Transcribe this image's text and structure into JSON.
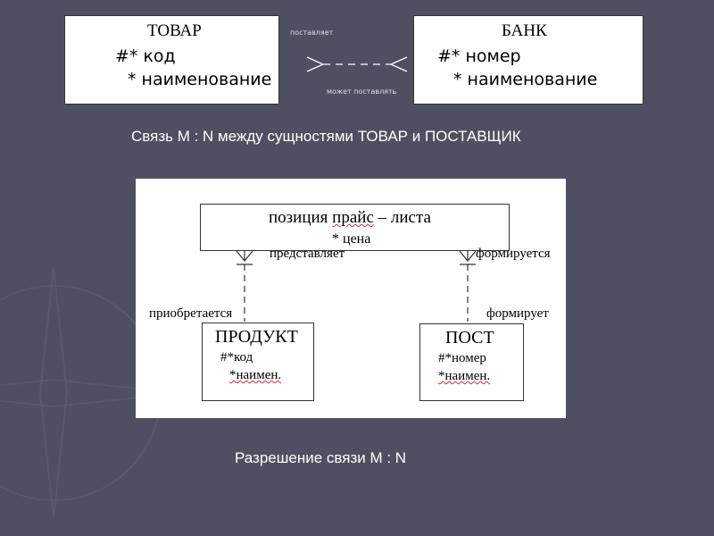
{
  "top_diagram": {
    "left_entity": {
      "title": "ТОВАР",
      "attrs": [
        "#* код",
        "* наименование"
      ]
    },
    "right_entity": {
      "title": "БАНК",
      "attrs": [
        "#* номер",
        "* наименование"
      ]
    },
    "rel_top": "поставляет",
    "rel_bottom": "может поставлять"
  },
  "caption1": "Связь M : N между сущностями ТОВАР и ПОСТАВЩИК",
  "bottom_diagram": {
    "center_entity": {
      "title_a": "позиция ",
      "title_b": "прайс",
      "title_c": " – листа",
      "attr": "* цена"
    },
    "left_entity": {
      "title": "ПРОДУКТ",
      "attrs": [
        "#*код",
        "*наимен."
      ]
    },
    "right_entity": {
      "title": "ПОСТ",
      "attrs": [
        "#*номер",
        "*наимен."
      ]
    },
    "left_rel_top": "представляет",
    "left_rel_bottom": "приобретается",
    "right_rel_top": "формируется",
    "right_rel_bottom": "формирует"
  },
  "caption2": "Разрешение связи M : N"
}
